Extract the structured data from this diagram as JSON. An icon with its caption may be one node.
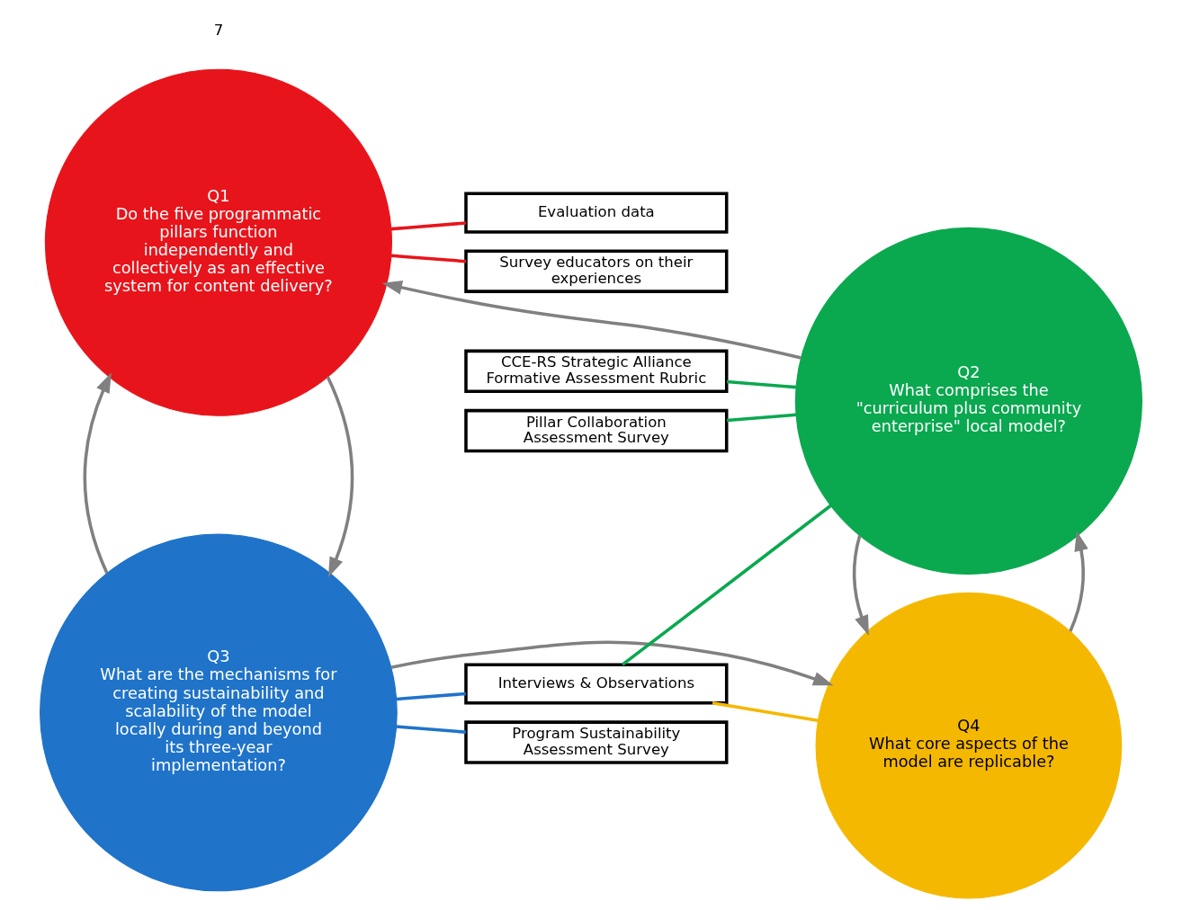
{
  "diagram": {
    "nodes": [
      {
        "text": [
          "Q1",
          "Do the five programmatic pillars function independently and collectively as an effective system for content delivery?"
        ]
      },
      {
        "text": [
          "Q2",
          "What comprises the \"curriculum plus community enterprise\" local model?"
        ]
      },
      {
        "text": [
          "Q3",
          "What are the mechanisms for creating sustainability and scalability of the model locally during and beyond its three-year implementation?"
        ]
      },
      {
        "text": [
          "Q4",
          "What core aspects of the model are replicable?"
        ]
      },
      {
        "text": [
          "Evaluation data"
        ]
      },
      {
        "text": [
          "Survey educators on their experiences"
        ]
      },
      {
        "text": [
          "CCE-RS Strategic Alliance Formative Assessment Rubric"
        ]
      },
      {
        "text": [
          "Pillar Collaboration Assessment Survey"
        ]
      },
      {
        "text": [
          "Interviews & Observations"
        ]
      },
      {
        "text": [
          "Program Sustainability Assessment Survey"
        ]
      }
    ],
    "edges": [
      {
        "from": 0,
        "to": 4,
        "arrow": "none",
        "color": "#e8141b"
      },
      {
        "from": 0,
        "to": 5,
        "arrow": "none",
        "color": "#e8141b"
      },
      {
        "from": 6,
        "to": 1,
        "arrow": "none",
        "color": "#0aa84f"
      },
      {
        "from": 7,
        "to": 1,
        "arrow": "none",
        "color": "#0aa84f"
      },
      {
        "from": 8,
        "to": 1,
        "arrow": "none",
        "color": "#0aa84f"
      },
      {
        "from": 2,
        "to": 8,
        "arrow": "none",
        "color": "#1f73c9"
      },
      {
        "from": 2,
        "to": 9,
        "arrow": "none",
        "color": "#1f73c9"
      },
      {
        "from": 8,
        "to": 3,
        "arrow": "none",
        "color": "#f5b800"
      },
      {
        "from": 1,
        "to": 0,
        "arrow": "to"
      },
      {
        "from": 0,
        "to": 2,
        "arrow": "to"
      },
      {
        "from": 2,
        "to": 0,
        "arrow": "to"
      },
      {
        "from": 2,
        "to": 3,
        "arrow": "to"
      },
      {
        "from": 3,
        "to": 1,
        "arrow": "to"
      },
      {
        "from": 1,
        "to": 3,
        "arrow": "to"
      }
    ],
    "labels": [
      "7"
    ]
  }
}
